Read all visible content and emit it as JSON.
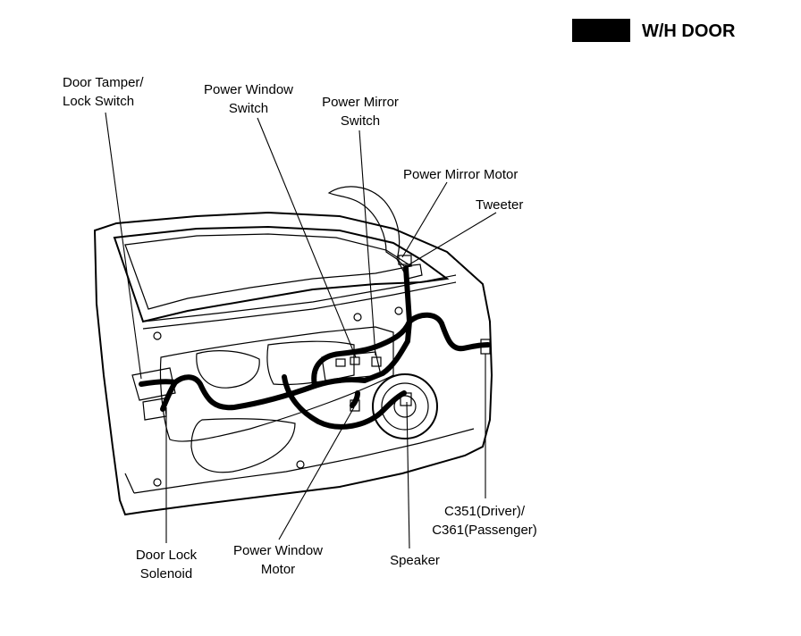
{
  "header": {
    "title": "W/H DOOR"
  },
  "labels": {
    "door_tamper": [
      "Door Tamper/",
      "Lock Switch"
    ],
    "power_window_switch": [
      "Power Window",
      "Switch"
    ],
    "power_mirror_switch": [
      "Power Mirror",
      "Switch"
    ],
    "power_mirror_motor": [
      "Power Mirror Motor"
    ],
    "tweeter": [
      "Tweeter"
    ],
    "door_lock_solenoid": [
      "Door Lock",
      "Solenoid"
    ],
    "power_window_motor": [
      "Power Window",
      "Motor"
    ],
    "speaker": [
      "Speaker"
    ],
    "connector": [
      "C351(Driver)/",
      "C361(Passenger)"
    ]
  }
}
